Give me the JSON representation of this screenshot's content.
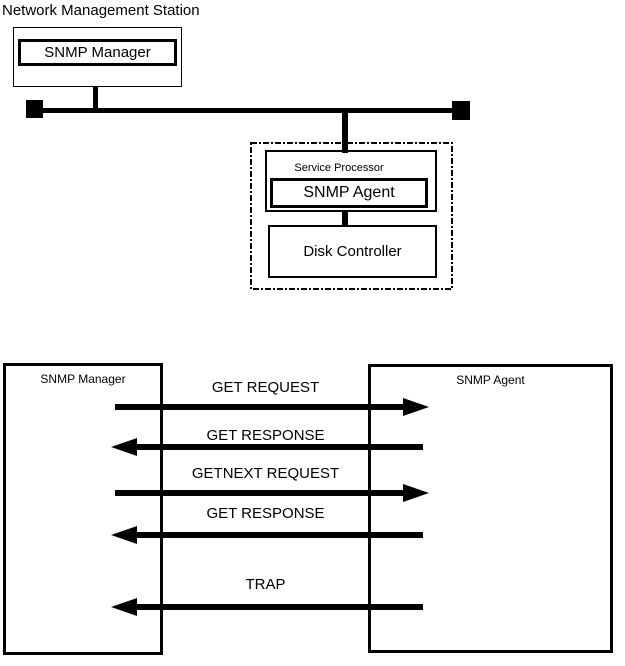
{
  "colors": {
    "ink": "#000000",
    "paper": "#ffffff"
  },
  "topology": {
    "title": "Network Management Station",
    "manager_label": "SNMP Manager",
    "service_processor_label": "Service Processor",
    "agent_label": "SNMP Agent",
    "disk_controller_label": "Disk Controller"
  },
  "sequence": {
    "manager_label": "SNMP Manager",
    "agent_label": "SNMP Agent",
    "messages": [
      {
        "label": "GET REQUEST",
        "direction": "manager-to-agent"
      },
      {
        "label": "GET RESPONSE",
        "direction": "agent-to-manager"
      },
      {
        "label": "GETNEXT REQUEST",
        "direction": "manager-to-agent"
      },
      {
        "label": "GET RESPONSE",
        "direction": "agent-to-manager"
      },
      {
        "label": "TRAP",
        "direction": "agent-to-manager"
      }
    ]
  }
}
